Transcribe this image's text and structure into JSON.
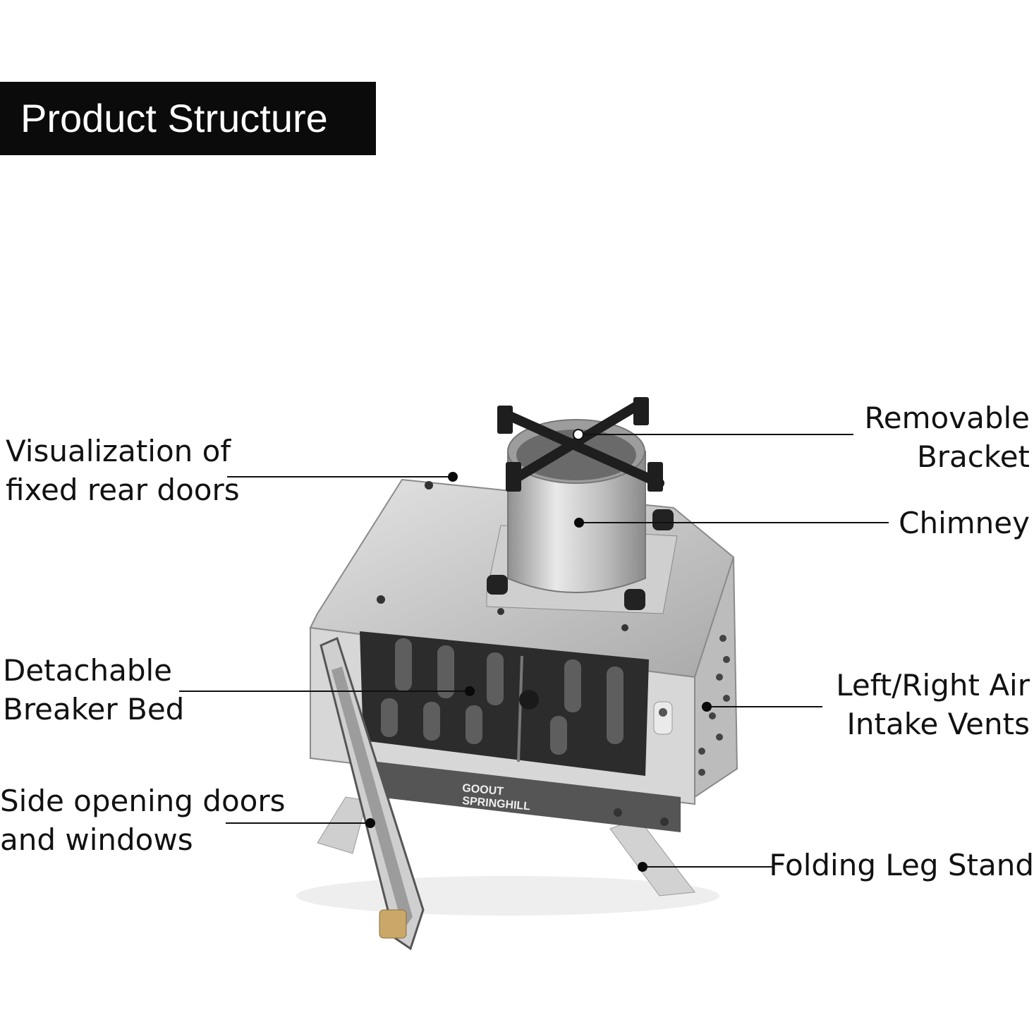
{
  "title": "Product Structure",
  "brand_text": [
    "GOOUT",
    "SPRINGHILL"
  ],
  "callouts": {
    "rear_doors": [
      "Visualization of",
      "fixed rear doors"
    ],
    "breaker_bed": [
      "Detachable",
      "Breaker Bed"
    ],
    "side_doors": [
      "Side opening doors",
      "and windows"
    ],
    "bracket": [
      "Removable",
      "Bracket"
    ],
    "chimney": [
      "Chimney"
    ],
    "air_vents": [
      "Left/Right Air",
      "Intake Vents"
    ],
    "leg_stand": [
      "Folding Leg Stand"
    ]
  },
  "colors": {
    "steel": "#c9c9c9",
    "steel_dark": "#9a9a9a",
    "grate": "#3a3a3a",
    "banner": "#0b0b0b"
  }
}
